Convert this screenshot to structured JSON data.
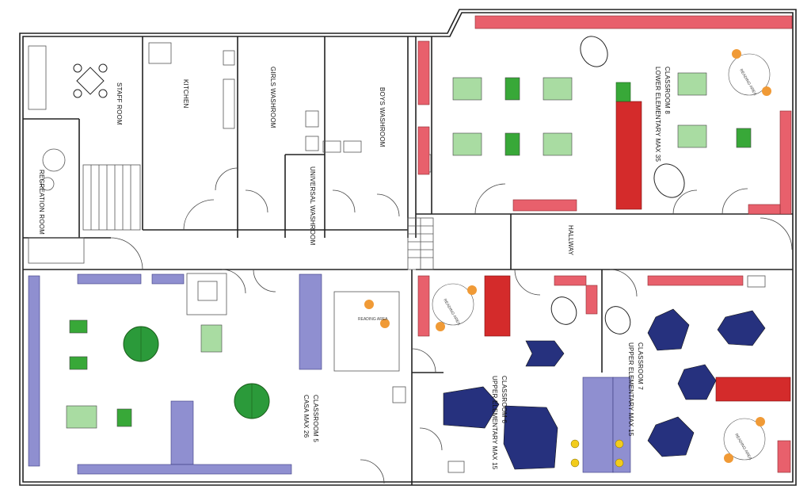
{
  "rooms": {
    "staff_room": "STAFF ROOM",
    "kitchen": "KITCHEN",
    "girls_washroom": "GIRLS WASHROOM",
    "boys_washroom": "BOYS WASHROOM",
    "universal_washroom": "UNIVERSAL WASHROOM",
    "recreation_room": "RECREATION ROOM",
    "hallway": "HALLWAY",
    "classroom8_line1": "CLASSROOM 8",
    "classroom8_line2": "LOWER ELEMENTARY MAX 35",
    "classroom5_line1": "CLASSROOM 5",
    "classroom5_line2": "CASA MAX 26",
    "classroom6_line1": "CLASSROOM 6",
    "classroom6_line2": "UPPER ELEMENTARY MAX 15",
    "classroom7_line1": "CLASSROOM 7",
    "classroom7_line2": "UPPER ELEMENTARY MAX 15"
  },
  "reading_area": "READING AREA",
  "colors": {
    "wall": "#222222",
    "shelf_red": "#e8606c",
    "cabinet_red": "#d42b2b",
    "shelf_purple": "#8f8fd0",
    "table_lightgreen": "#a9dca2",
    "table_green": "#38a838",
    "round_table_green": "#2b9a3a",
    "pod_navy": "#26317e",
    "orange": "#f09a36",
    "yellow": "#f2cc1c"
  }
}
